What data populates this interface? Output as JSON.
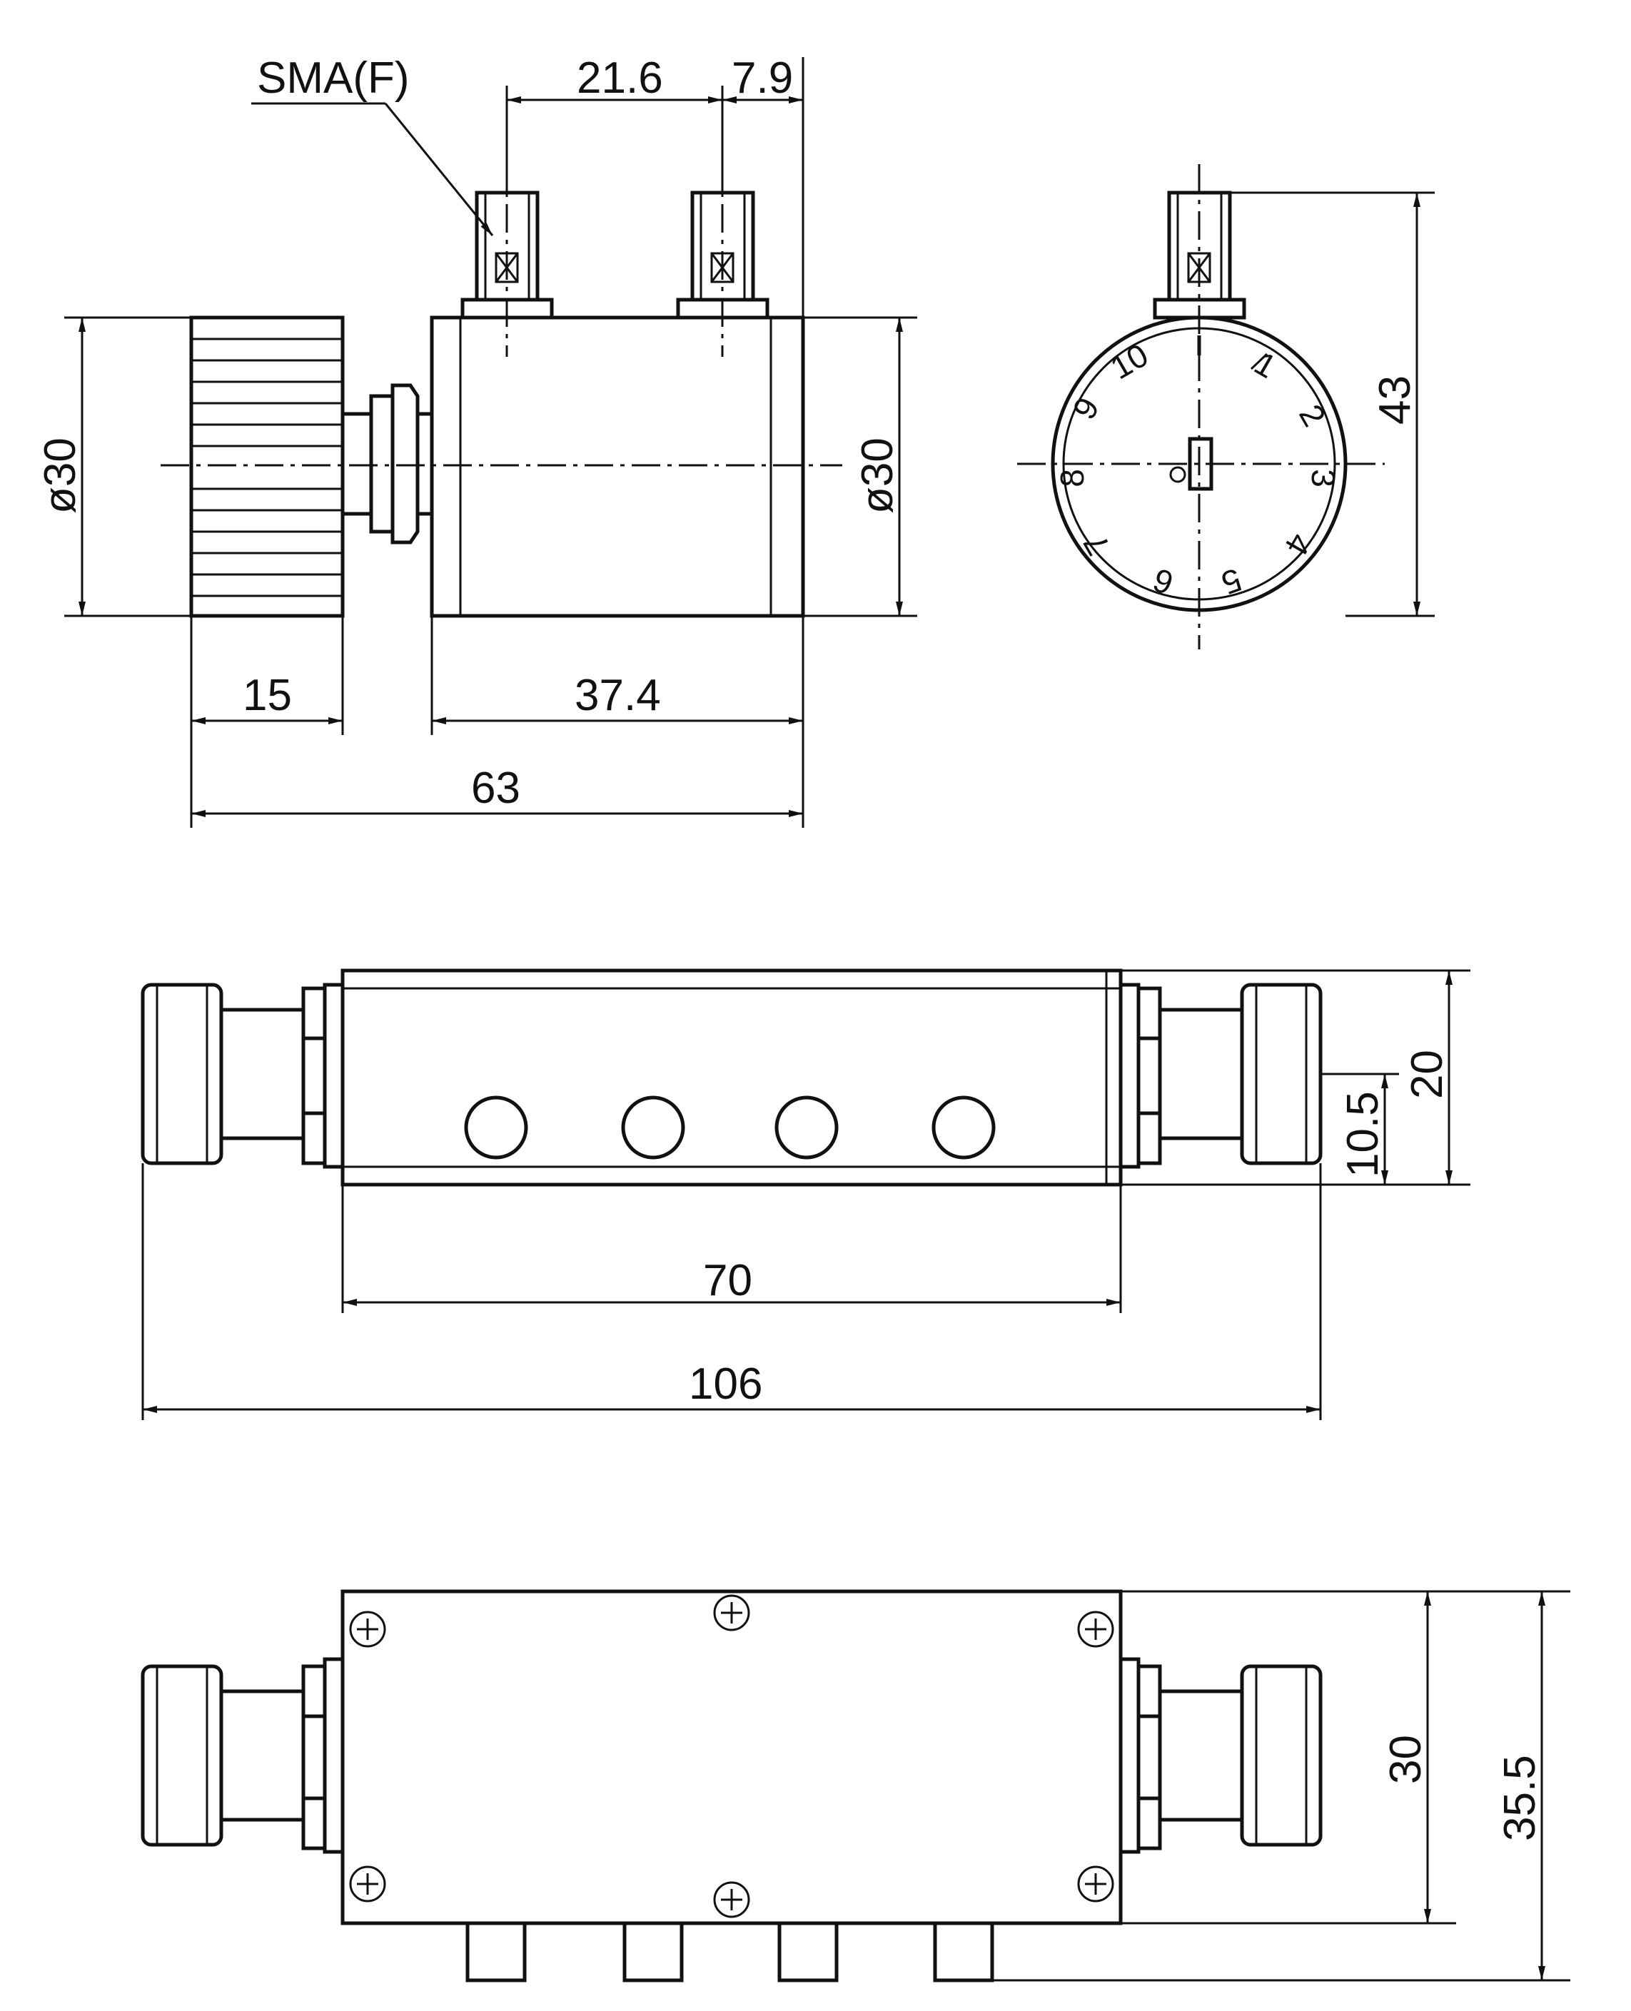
{
  "top_view": {
    "connector_label": "SMA(F)",
    "dim_connector_spacing": "21.6",
    "dim_connector_offset": "7.9",
    "dim_knob_diameter": "ø30",
    "dim_body_diameter": "ø30",
    "dim_knob_length": "15",
    "dim_body_length": "37.4",
    "dim_total_length": "63"
  },
  "end_view": {
    "dial_numbers": [
      "1",
      "2",
      "3",
      "4",
      "5",
      "6",
      "7",
      "8",
      "9",
      "10"
    ],
    "dim_height": "43"
  },
  "side_view": {
    "dim_height": "20",
    "dim_connector_height": "10.5",
    "dim_body_length": "70",
    "dim_total_length": "106"
  },
  "bottom_view": {
    "dim_body_height": "30",
    "dim_total_height": "35.5"
  }
}
